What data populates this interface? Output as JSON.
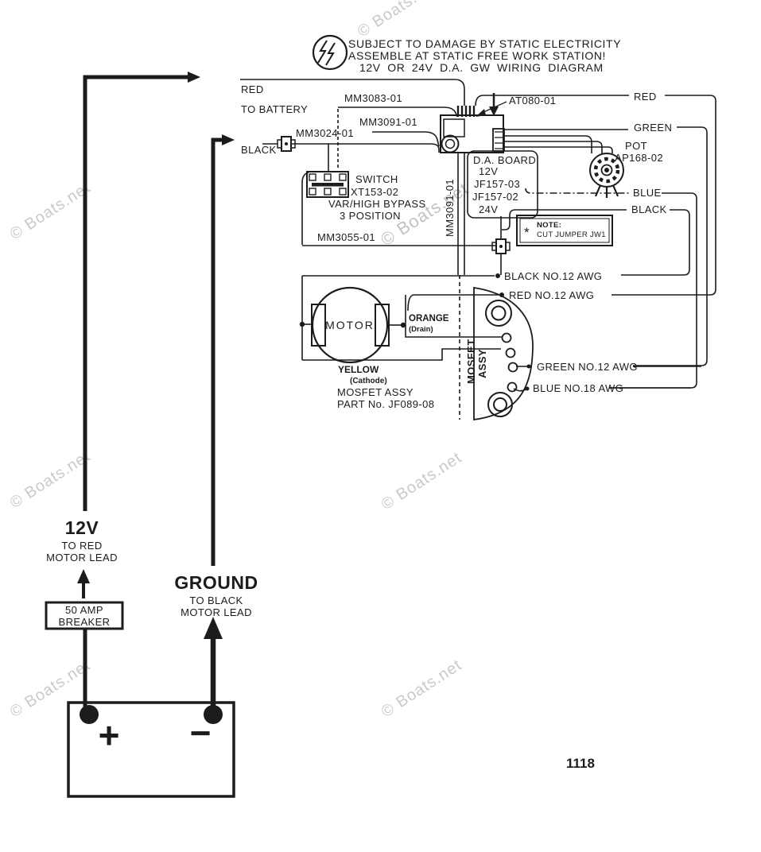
{
  "watermark": {
    "text": "© Boats.net"
  },
  "warning": {
    "line1": "SUBJECT TO DAMAGE BY STATIC ELECTRICITY",
    "line2": "ASSEMBLE AT STATIC FREE WORK STATION!",
    "line3": "12V OR 24V D.A. GW WIRING DIAGRAM"
  },
  "page_number": "1118",
  "leads": {
    "red_wire_label": "RED",
    "to_battery": "TO BATTERY",
    "black_wire_label": "BLACK"
  },
  "parts": {
    "mm3083": "MM3083-01",
    "mm3091": "MM3091-01",
    "mm3024": "MM3024-01",
    "mm3055": "MM3055-01",
    "mm3091_vert": "MM3091-01",
    "at080": "AT080-01"
  },
  "switch": {
    "title": "SWITCH",
    "part": "XT153-02",
    "mode": "VAR/HIGH BYPASS",
    "positions": "3 POSITION"
  },
  "board": {
    "name": "D.A. BOARD",
    "v12": "12V",
    "part_12v": "JF157-03",
    "part_24v": "JF157-02",
    "v24": "24V"
  },
  "pot": {
    "name": "POT",
    "part": "AP168-02"
  },
  "wire_colors": {
    "red": "RED",
    "green": "GREEN",
    "blue": "BLUE",
    "black": "BLACK"
  },
  "note": {
    "star": "*",
    "title": "NOTE:",
    "body": "CUT JUMPER JW1"
  },
  "awg_wires": {
    "black": "BLACK NO.12 AWG",
    "red": "RED NO.12 AWG",
    "green": "GREEN NO.12 AWG",
    "blue": "BLUE NO.18 AWG"
  },
  "motor": {
    "label": "MOTOR"
  },
  "mosfet": {
    "orange": "ORANGE",
    "orange_sub": "(Drain)",
    "yellow": "YELLOW",
    "yellow_sub": "(Cathode)",
    "assy_line1": "MOSFET ASSY",
    "assy_line2": "PART No. JF089-08",
    "vert_line1": "MOSFET",
    "vert_line2": "ASSY"
  },
  "battery": {
    "v12_title": "12V",
    "v12_sub1": "TO RED",
    "v12_sub2": "MOTOR LEAD",
    "ground_title": "GROUND",
    "ground_sub1": "TO BLACK",
    "ground_sub2": "MOTOR LEAD",
    "breaker_line1": "50 AMP",
    "breaker_line2": "BREAKER",
    "plus": "+",
    "minus": "−"
  }
}
